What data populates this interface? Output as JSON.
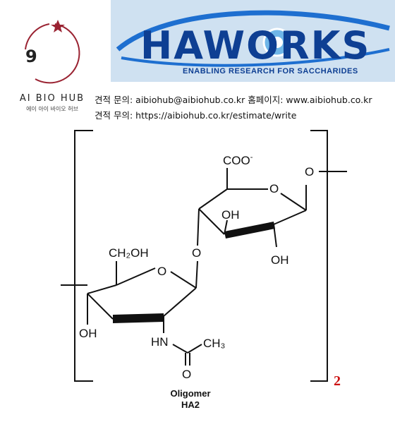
{
  "logo": {
    "number": "9",
    "brand": "AI BIO HUB",
    "sub": "에이 아이 바이오 허브",
    "ring_color": "#9a2332"
  },
  "banner": {
    "word": "HAWORKS",
    "tagline": "ENABLING RESEARCH FOR SACCHARIDES",
    "color": "#0e3f93"
  },
  "contact": {
    "line1": "견적 문의: aibiohub@aibiohub.co.kr   홈페이지: www.aibiohub.co.kr",
    "line2": "견적 무의: https://aibiohub.co.kr/estimate/write"
  },
  "structure": {
    "coo": "COO",
    "coo_charge": "-",
    "ring_o_top": "O",
    "o_right": "O",
    "oh_top_1": "OH",
    "oh_top_2": "OH",
    "link_o": "O",
    "ch2oh": "CH₂OH",
    "ring_o_bottom": "O",
    "oh_bottom": "OH",
    "hn": "HN",
    "ch3": "CH₃",
    "carbonyl_o": "O",
    "repeat": "2"
  },
  "caption": {
    "line1": "Oligomer",
    "line2": "HA2"
  }
}
